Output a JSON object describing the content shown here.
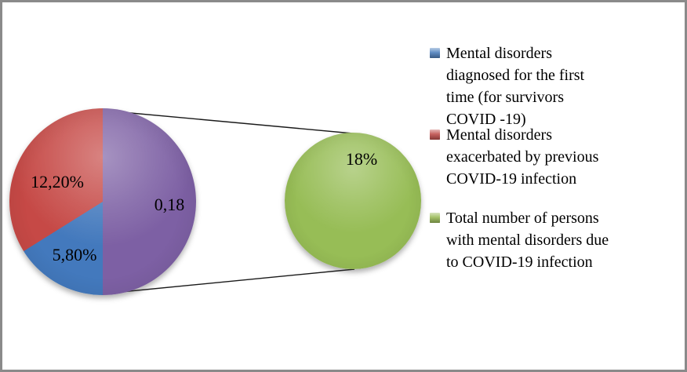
{
  "chart_data": {
    "type": "pie",
    "variant": "pie-of-pie",
    "title": "",
    "unit": "%",
    "start_angle_deg": 0,
    "direction": "clockwise",
    "connector_lines": true,
    "canvas": {
      "background": "#FFFFFF",
      "frame_color": "#8A8A8A"
    },
    "main_pie": {
      "slices_clockwise_from_top": [
        {
          "label": "Total number of persons with mental disorders due to COVID-19 infection",
          "value": 18,
          "data_label": "0,18",
          "color": "#7D60A4"
        },
        {
          "label": "Mental disorders diagnosed for the first time (for survivors COVID -19)",
          "value": 5.8,
          "data_label": "5,80%",
          "color": "#4379BD"
        },
        {
          "label": "Mental disorders exacerbated by previous COVID-19 infection",
          "value": 12.2,
          "data_label": "12,20%",
          "color": "#C64946"
        }
      ]
    },
    "secondary_pie": {
      "slices": [
        {
          "label": "Total number of persons with mental disorders due to COVID-19 infection",
          "value": 18,
          "data_label": "18%",
          "color": "#97BD56"
        }
      ]
    },
    "legend": {
      "position": "right",
      "entries": [
        {
          "label": "Mental disorders\ndiagnosed for the first\ntime (for survivors\nCOVID -19)",
          "color": "#4F81BD"
        },
        {
          "label": "Mental disorders\nexacerbated by previous\nCOVID-19 infection",
          "color": "#C0504D"
        },
        {
          "label": "Total number of persons\nwith mental disorders due\nto COVID-19 infection",
          "color": "#9BBB59"
        }
      ]
    }
  }
}
